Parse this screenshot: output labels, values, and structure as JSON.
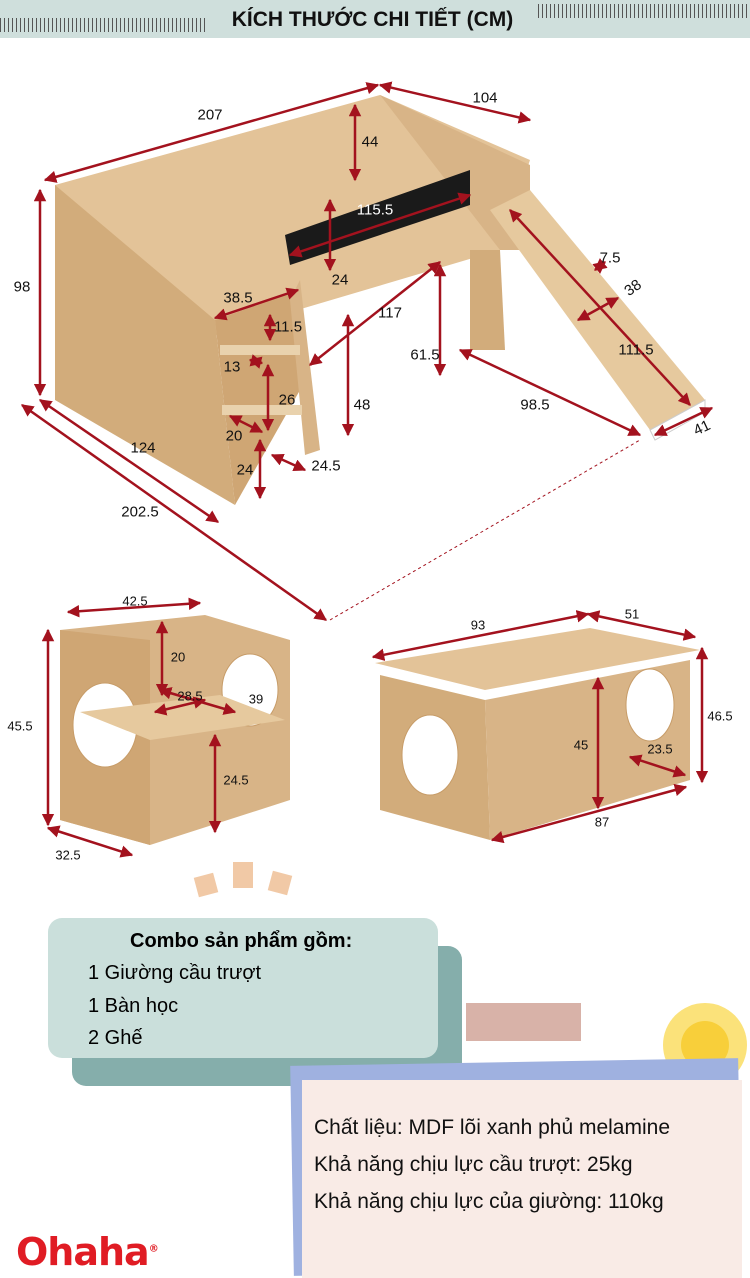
{
  "header": {
    "title": "KÍCH THƯỚC CHI TIẾT (CM)"
  },
  "bed_dims": {
    "length_top": "207",
    "depth_top": "104",
    "rail_height": "44",
    "total_height": "98",
    "window_width": "115.5",
    "window_height": "24",
    "slide_rail": "7.5",
    "slide_width": "38",
    "ladder_width": "38.5",
    "under_length": "117",
    "step_top": "11.5",
    "leg_height": "61.5",
    "slide_length": "111.5",
    "step_depth": "13",
    "step_gap": "26",
    "under_height": "48",
    "slide_reach": "98.5",
    "step_width": "20",
    "side_depth": "124",
    "slide_base": "41",
    "bottom_step": "24",
    "ladder_base": "24.5",
    "total_length": "202.5"
  },
  "chair_dims": {
    "width": "42.5",
    "back_height": "20",
    "seat_depth": "28.5",
    "seat_width": "39",
    "height": "45.5",
    "seat_height": "24.5",
    "depth": "32.5"
  },
  "table_dims": {
    "length": "93",
    "depth": "51",
    "height": "46.5",
    "inner_height": "45",
    "leg_depth": "23.5",
    "inner_length": "87"
  },
  "combo": {
    "title": "Combo sản phẩm gồm:",
    "items": [
      "1 Giường cầu trượt",
      "1 Bàn học",
      "2 Ghế"
    ]
  },
  "specs": [
    "Chất liệu: MDF lõi xanh phủ melamine",
    "Khả năng chịu lực cầu trượt: 25kg",
    "Khả năng chịu lực của giường: 110kg"
  ],
  "brand": "Ohaha",
  "colors": {
    "dim_arrow": "#a3121e",
    "wood": "#d8b487",
    "header": "#cfdfdc",
    "logo": "#e01c24"
  }
}
